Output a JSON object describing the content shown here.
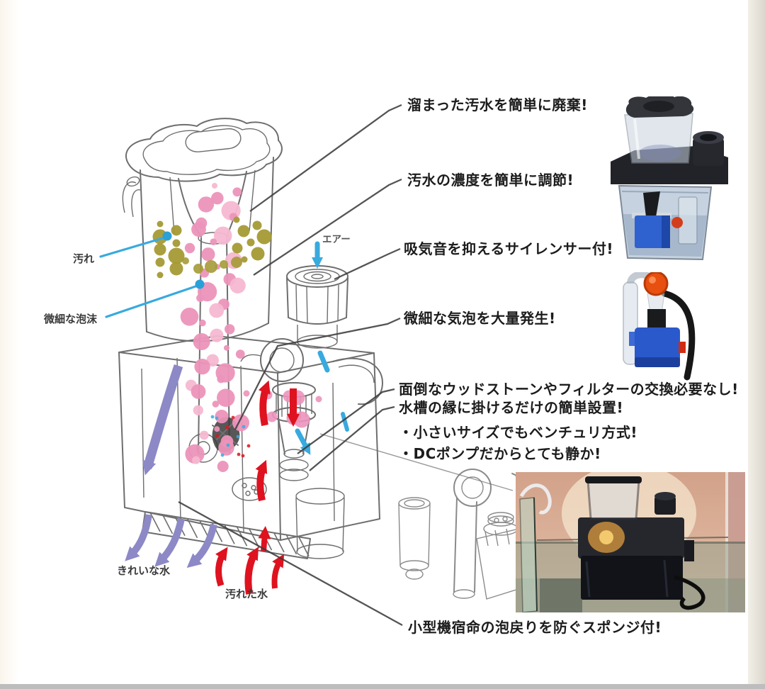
{
  "palette": {
    "ink": "#6e6e6e",
    "leader": "#3c3c3c",
    "text": "#1c1c1c",
    "pink": "#ec93bb",
    "pinkLight": "#f5b8d1",
    "olive": "#a59a35",
    "blue": "#38aade",
    "purple": "#8d89c6",
    "red": "#df1220"
  },
  "features": [
    "溜まった汚水を簡単に廃棄!",
    "汚水の濃度を簡単に調節!",
    "吸気音を抑えるサイレンサー付!",
    "微細な気泡を大量発生!",
    "面倒なウッドストーンやフィルターの交換必要なし!",
    "水槽の縁に掛けるだけの簡単設置!",
    "・小さいサイズでもベンチュリ方式!",
    "・DCポンプだからとても静か!",
    "小型機宿命の泡戻りを防ぐスポンジ付!"
  ],
  "part_labels": {
    "dirt": "汚れ",
    "fine_foam": "微細な泡沫",
    "air": "エアー",
    "clean_water": "きれいな水",
    "dirty_water": "汚れた水"
  }
}
